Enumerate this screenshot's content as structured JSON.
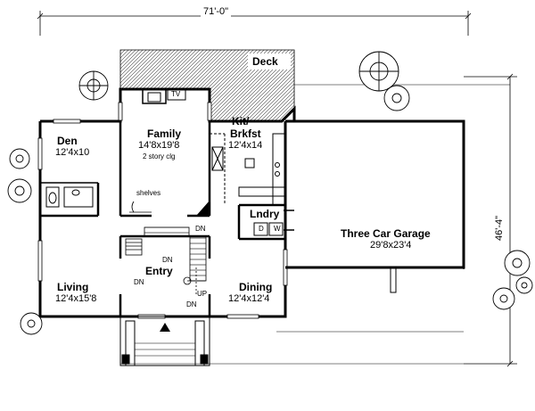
{
  "dimensions": {
    "overall_width": "71'-0\"",
    "overall_depth": "46'-4\""
  },
  "rooms": {
    "deck": {
      "name": "Deck"
    },
    "family": {
      "name": "Family",
      "size": "14'8x19'8",
      "note": "2 story clg"
    },
    "kitchen": {
      "name_line1": "Kit/",
      "name_line2": "Brkfst",
      "size": "12'4x14"
    },
    "den": {
      "name": "Den",
      "size": "12'4x10"
    },
    "laundry": {
      "name": "Lndry",
      "dryer": "D",
      "washer": "W"
    },
    "garage": {
      "name": "Three Car Garage",
      "size": "29'8x23'4"
    },
    "living": {
      "name": "Living",
      "size": "12'4x15'8"
    },
    "entry": {
      "name": "Entry"
    },
    "dining": {
      "name": "Dining",
      "size": "12'4x12'4"
    }
  },
  "labels": {
    "tv": "TV",
    "shelves": "shelves",
    "dn": "DN",
    "up": "UP"
  },
  "colors": {
    "ink": "#000000",
    "paper": "#ffffff"
  }
}
